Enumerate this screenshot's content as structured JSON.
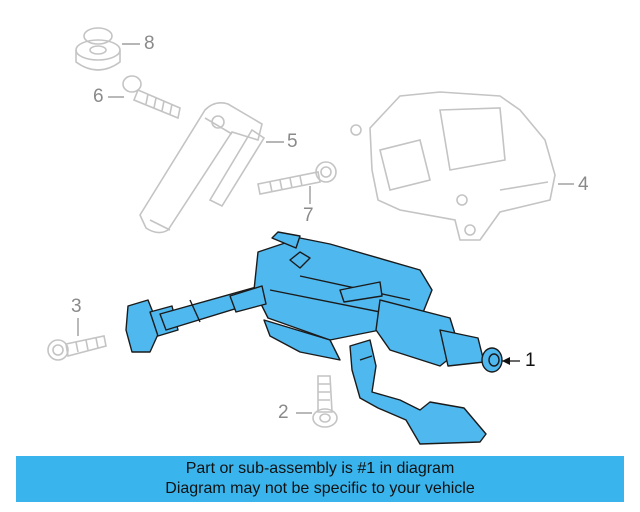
{
  "callouts": {
    "part1": "1",
    "part2": "2",
    "part3": "3",
    "part4": "4",
    "part5": "5",
    "part6": "6",
    "part7": "7",
    "part8": "8"
  },
  "banner": {
    "line1": "Part or sub-assembly is #1 in diagram",
    "line2": "Diagram may not be specific to your vehicle"
  },
  "colors": {
    "highlight": "#3ab4ec",
    "part_fill": "#4fb8ee",
    "ghost_line": "#c4c4c4",
    "callout_text": "#8a8a8a"
  }
}
